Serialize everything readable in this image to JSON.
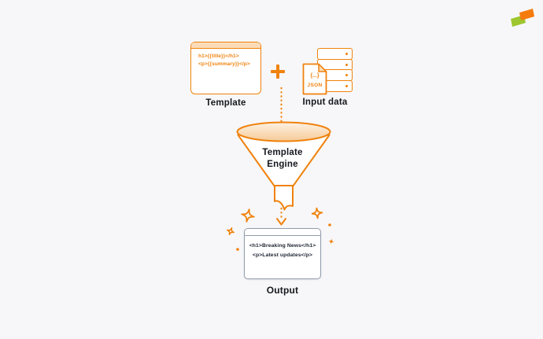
{
  "background": "#f7f7f9",
  "colors": {
    "accent_orange": "#f0820d",
    "orange_light_fill": "#fbdcb8",
    "funnel_fill_top": "#fdf1e3",
    "funnel_fill_bottom": "#f6cb98",
    "slate_border": "#939dae",
    "label_text": "#15181d",
    "output_code_text": "#1c2530",
    "logo_orange": "#f57b0c",
    "logo_green": "#9ec62f"
  },
  "icons": [
    "brand-logo",
    "plus-icon",
    "arrow-down-dashed-icon",
    "database-rows-icon",
    "json-file-icon",
    "funnel-icon",
    "sparkle-icon"
  ],
  "template_box": {
    "label": "Template",
    "code_lines": [
      "h1>{{title}}</h1>",
      "<p>{{summary}}</p>"
    ]
  },
  "input_data": {
    "label": "Input data",
    "row_count": 4,
    "file": {
      "brace": "{...}",
      "type": "JSON"
    }
  },
  "funnel": {
    "label_line1": "Template",
    "label_line2": "Engine"
  },
  "output_box": {
    "label": "Output",
    "code_lines": [
      "<h1>Breaking News</h1>",
      "<p>Latest updates</p>"
    ]
  }
}
